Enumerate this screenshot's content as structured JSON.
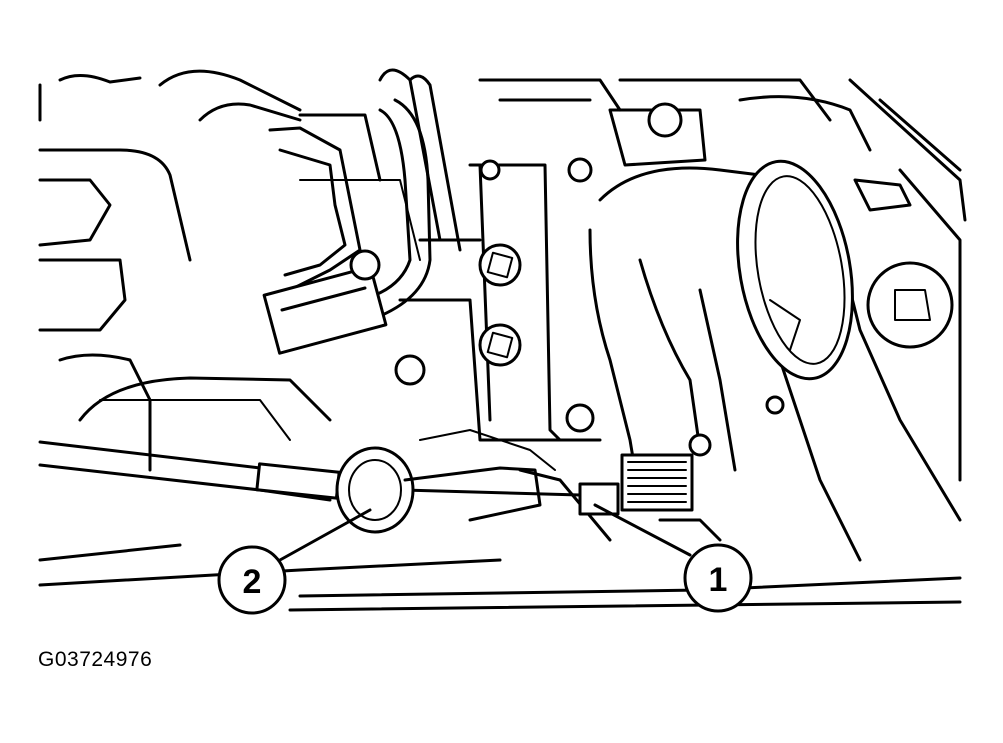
{
  "figure": {
    "id": "G03724976",
    "callouts": [
      {
        "label": "1"
      },
      {
        "label": "2"
      }
    ]
  },
  "colors": {
    "line": "#000000",
    "background": "#ffffff"
  }
}
